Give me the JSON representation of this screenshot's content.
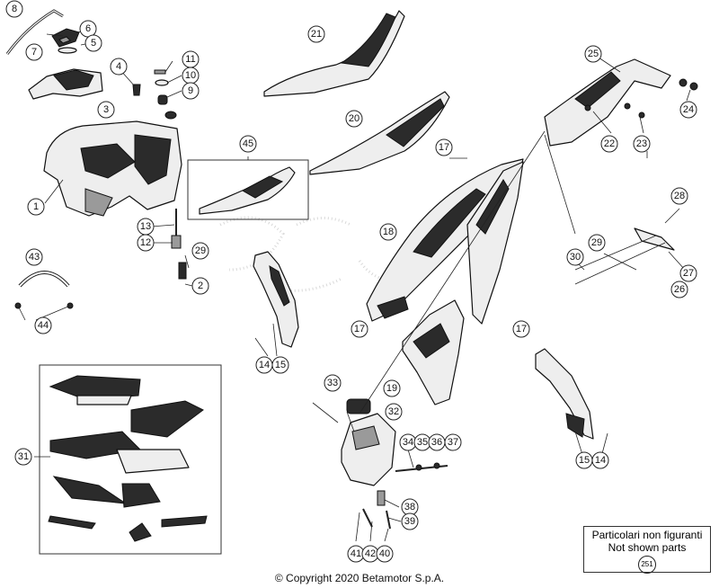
{
  "note": {
    "line_it": "Particolari non figuranti",
    "line_en": "Not shown parts",
    "ref": "251"
  },
  "copyright": "© Copyright 2020 Betamotor S.p.A.",
  "callouts": [
    {
      "id": "c8",
      "label": "8"
    },
    {
      "id": "c6",
      "label": "6"
    },
    {
      "id": "c5",
      "label": "5"
    },
    {
      "id": "c7",
      "label": "7"
    },
    {
      "id": "c3",
      "label": "3"
    },
    {
      "id": "c4",
      "label": "4"
    },
    {
      "id": "c11",
      "label": "11"
    },
    {
      "id": "c10",
      "label": "10"
    },
    {
      "id": "c9",
      "label": "9"
    },
    {
      "id": "c1",
      "label": "1"
    },
    {
      "id": "c13",
      "label": "13"
    },
    {
      "id": "c12",
      "label": "12"
    },
    {
      "id": "c29a",
      "label": "29"
    },
    {
      "id": "c2",
      "label": "2"
    },
    {
      "id": "c43",
      "label": "43"
    },
    {
      "id": "c44",
      "label": "44"
    },
    {
      "id": "c21",
      "label": "21"
    },
    {
      "id": "c20",
      "label": "20"
    },
    {
      "id": "c45",
      "label": "45"
    },
    {
      "id": "c14a",
      "label": "14"
    },
    {
      "id": "c15a",
      "label": "15"
    },
    {
      "id": "c17a",
      "label": "17"
    },
    {
      "id": "c18",
      "label": "18"
    },
    {
      "id": "c17b",
      "label": "17"
    },
    {
      "id": "c17c",
      "label": "17"
    },
    {
      "id": "c19",
      "label": "19"
    },
    {
      "id": "c25",
      "label": "25"
    },
    {
      "id": "c24",
      "label": "24"
    },
    {
      "id": "c22",
      "label": "22"
    },
    {
      "id": "c23",
      "label": "23"
    },
    {
      "id": "c28",
      "label": "28"
    },
    {
      "id": "c29b",
      "label": "29"
    },
    {
      "id": "c30",
      "label": "30"
    },
    {
      "id": "c27",
      "label": "27"
    },
    {
      "id": "c26",
      "label": "26"
    },
    {
      "id": "c31",
      "label": "31"
    },
    {
      "id": "c33",
      "label": "33"
    },
    {
      "id": "c32",
      "label": "32"
    },
    {
      "id": "c34",
      "label": "34"
    },
    {
      "id": "c35",
      "label": "35"
    },
    {
      "id": "c36",
      "label": "36"
    },
    {
      "id": "c37",
      "label": "37"
    },
    {
      "id": "c38",
      "label": "38"
    },
    {
      "id": "c39",
      "label": "39"
    },
    {
      "id": "c41",
      "label": "41"
    },
    {
      "id": "c42",
      "label": "42"
    },
    {
      "id": "c40",
      "label": "40"
    },
    {
      "id": "c15b",
      "label": "15"
    },
    {
      "id": "c14b",
      "label": "14"
    }
  ]
}
